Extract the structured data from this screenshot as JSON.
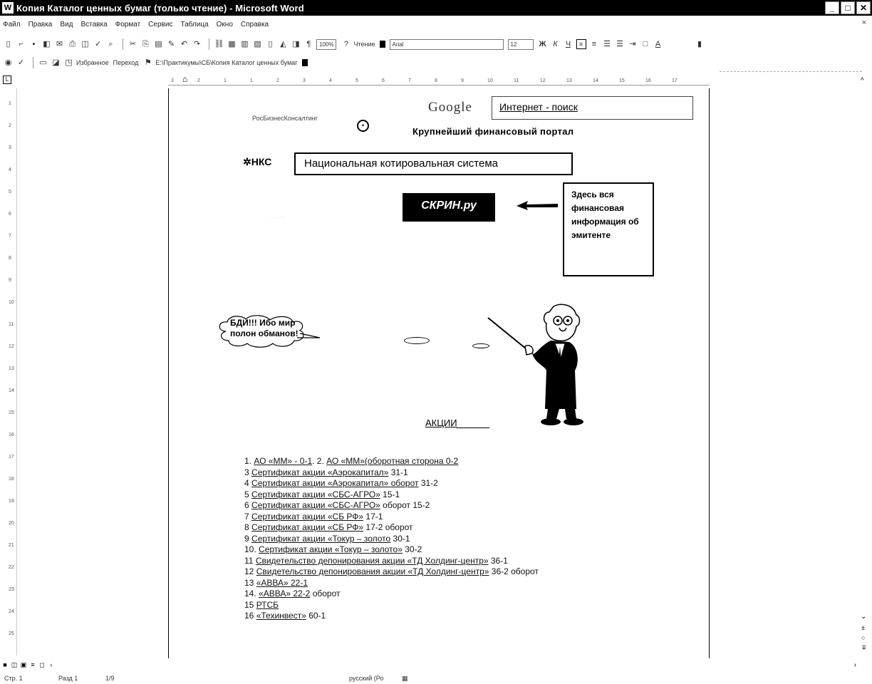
{
  "window": {
    "title": "Копия Каталог ценных бумаг (только чтение) - Microsoft Word",
    "minimize": "_",
    "maximize": "□",
    "close": "✕"
  },
  "menu": {
    "items": [
      "Файл",
      "Правка",
      "Вид",
      "Вставка",
      "Формат",
      "Сервис",
      "Таблица",
      "Окно",
      "Справка"
    ],
    "close_doc": "×"
  },
  "toolbar_standard": {
    "zoom": "100%",
    "reading_mode": "Чтение",
    "font_name": "Arial",
    "font_size": "12",
    "bold": "Ж",
    "italic": "К",
    "underline": "Ч",
    "font_color": "A"
  },
  "toolbar_web": {
    "favorites": "Избранное",
    "go": "Переход",
    "address": "E:\\Практикумы\\СБ\\Копия Каталог ценных бумаг"
  },
  "ruler": {
    "h_ticks": [
      "3",
      "2",
      "1",
      "1",
      "2",
      "3",
      "4",
      "5",
      "6",
      "7",
      "8",
      "9",
      "10",
      "11",
      "12",
      "13",
      "14",
      "15",
      "16",
      "17"
    ],
    "v_ticks": [
      "1",
      "2",
      "3",
      "4",
      "5",
      "6",
      "7",
      "8",
      "9",
      "10",
      "11",
      "12",
      "13",
      "14",
      "15",
      "16",
      "17",
      "18",
      "19",
      "20",
      "21",
      "22",
      "23",
      "24",
      "25"
    ]
  },
  "document": {
    "google_logo": "Google",
    "search_label": "Интернет - поиск",
    "rbc_text": "РосБизнесКонсалтинг",
    "portal_caption": "Крупнейший финансовый портал",
    "nks_logo": "НКС",
    "nks_caption": "Национальная котировальная система",
    "skrin_logo": "СКРИН.ру",
    "info_box": "Здесь вся финансовая информация об эмитенте",
    "cloud_text": "БДИ!!! Ибо мир полон обманов!",
    "section_title": "АКЦИИ",
    "list": [
      {
        "prefix": "1.",
        "link": "АО «ММ» - 0-1",
        "suffix": ". 2.",
        "link2": "АО «ММ»(оборотная сторона 0-2",
        "suffix2": ""
      },
      {
        "prefix": "3",
        "link": "Сертификат акции «Аэрокапитал»",
        "suffix": " 31-1",
        "link2": "",
        "suffix2": ""
      },
      {
        "prefix": "4",
        "link": "Сертификат акции «Аэрокапитал» оборот",
        "suffix": " 31-2",
        "link2": "",
        "suffix2": ""
      },
      {
        "prefix": "5",
        "link": "Сертификат акции «СБС-АГРО»",
        "suffix": " 15-1",
        "link2": "",
        "suffix2": ""
      },
      {
        "prefix": "6",
        "link": "Сертификат акции «СБС-АГРО»",
        "suffix": " оборот 15-2",
        "link2": "",
        "suffix2": ""
      },
      {
        "prefix": "7",
        "link": "Сертификат акции «СБ РФ»",
        "suffix": " 17-1",
        "link2": "",
        "suffix2": ""
      },
      {
        "prefix": "8",
        "link": "Сертификат акции «СБ РФ»",
        "suffix": " 17-2 оборот",
        "link2": "",
        "suffix2": ""
      },
      {
        "prefix": "9",
        "link": "Сертификат акции «Токур – золото",
        "suffix": " 30-1",
        "link2": "",
        "suffix2": ""
      },
      {
        "prefix": "10.",
        "link": "Сертификат акции «Токур – золото»",
        "suffix": " 30-2",
        "link2": "",
        "suffix2": ""
      },
      {
        "prefix": "11",
        "link": "Свидетельство депонирования акции «ТД Холдинг-центр»",
        "suffix": " 36-1",
        "link2": "",
        "suffix2": ""
      },
      {
        "prefix": "12",
        "link": "Свидетельство депонирования акции «ТД Холдинг-центр»",
        "suffix": " 36-2 оборот",
        "link2": "",
        "suffix2": ""
      },
      {
        "prefix": "13",
        "link": "«АВВА» 22-1",
        "suffix": "",
        "link2": "",
        "suffix2": ""
      },
      {
        "prefix": "14.",
        "link": "«АВВА» 22-2",
        "suffix": " оборот",
        "link2": "",
        "suffix2": ""
      },
      {
        "prefix": "15",
        "link": "РТСБ",
        "suffix": "",
        "link2": "",
        "suffix2": ""
      },
      {
        "prefix": "16",
        "link": "«Техинвест»",
        "suffix": " 60-1",
        "link2": "",
        "suffix2": ""
      }
    ]
  },
  "status": {
    "page": "Стр. 1",
    "section": "Разд 1",
    "pages": "1/9",
    "language": "русский (Ро"
  }
}
